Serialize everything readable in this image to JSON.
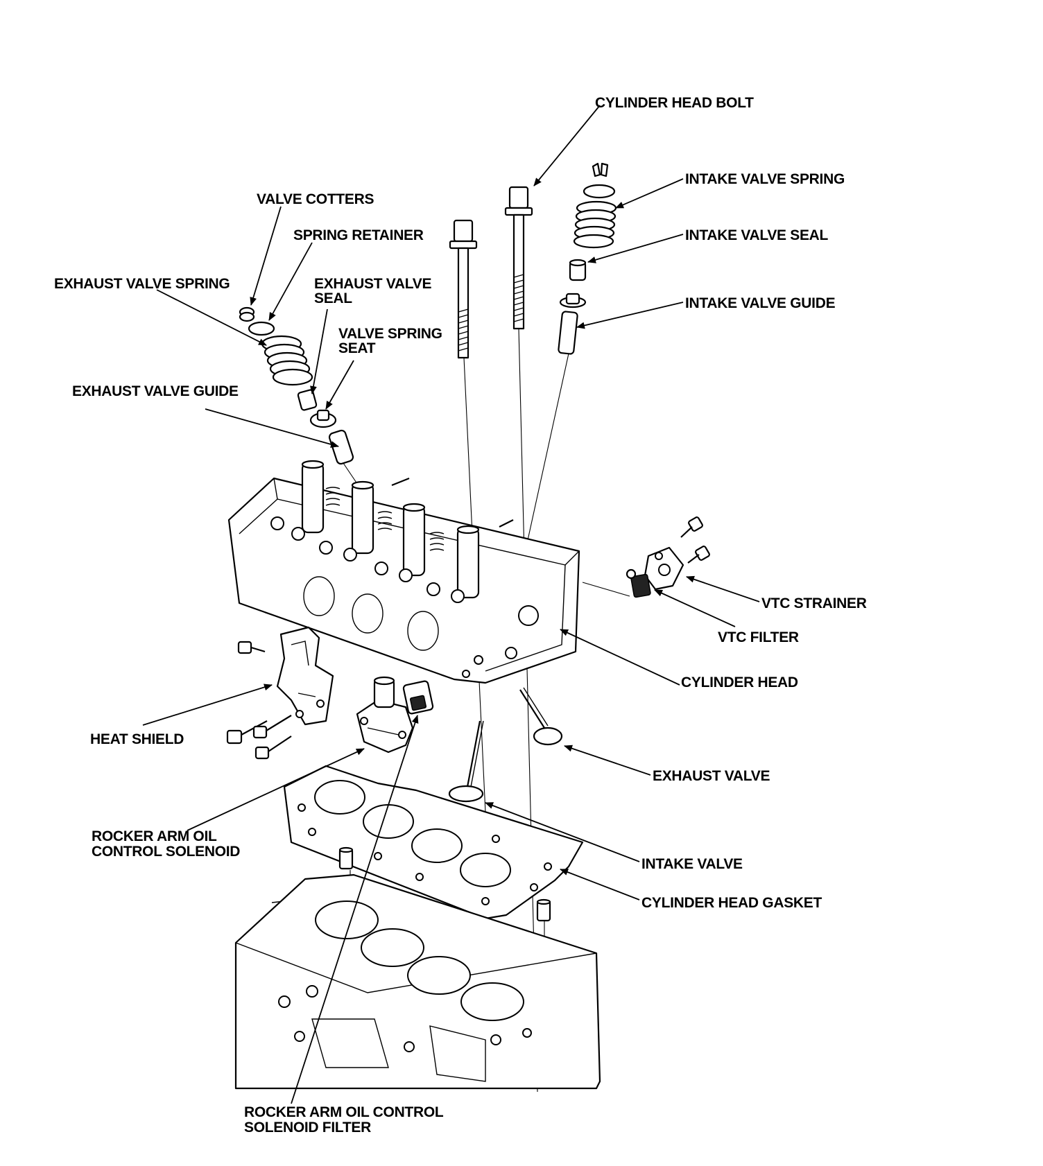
{
  "labels": {
    "cylinder_head_bolt": "CYLINDER HEAD BOLT",
    "intake_valve_spring": "INTAKE VALVE SPRING",
    "valve_cotters": "VALVE COTTERS",
    "spring_retainer": "SPRING RETAINER",
    "intake_valve_seal": "INTAKE VALVE SEAL",
    "exhaust_valve_spring": "EXHAUST VALVE SPRING",
    "exhaust_valve_seal_1": "EXHAUST VALVE",
    "exhaust_valve_seal_2": "SEAL",
    "intake_valve_guide": "INTAKE VALVE GUIDE",
    "valve_spring_seat_1": "VALVE SPRING",
    "valve_spring_seat_2": "SEAT",
    "exhaust_valve_guide": "EXHAUST VALVE GUIDE",
    "vtc_strainer": "VTC STRAINER",
    "vtc_filter": "VTC FILTER",
    "cylinder_head": "CYLINDER HEAD",
    "heat_shield": "HEAT SHIELD",
    "exhaust_valve": "EXHAUST VALVE",
    "rocker_solenoid_1": "ROCKER ARM OIL",
    "rocker_solenoid_2": "CONTROL SOLENOID",
    "intake_valve": "INTAKE VALVE",
    "cylinder_head_gasket": "CYLINDER HEAD GASKET",
    "rocker_filter_1": "ROCKER ARM OIL CONTROL",
    "rocker_filter_2": "SOLENOID FILTER"
  }
}
